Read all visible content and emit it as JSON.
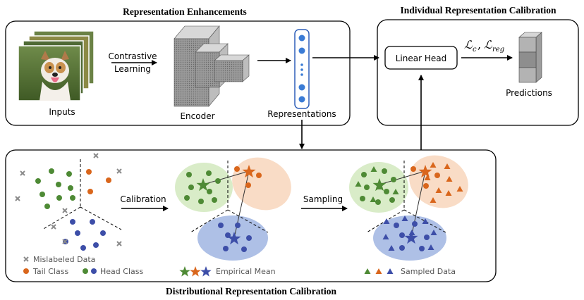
{
  "sections": {
    "top_left_title": "Representation Enhancements",
    "top_right_title": "Individual Representation Calibration",
    "bottom_title": "Distributional Representation Calibration"
  },
  "labels": {
    "inputs": "Inputs",
    "contrastive_line1": "Contrastive",
    "contrastive_line2": "Learning",
    "encoder": "Encoder",
    "representations": "Representations",
    "linear_head": "Linear Head",
    "loss_c": "c",
    "loss_reg": "reg",
    "predictions": "Predictions",
    "calibration": "Calibration",
    "sampling": "Sampling"
  },
  "legend": {
    "mislabeled": "Mislabeled Data",
    "tail_class": "Tail Class",
    "head_class": "Head Class",
    "empirical_mean": "Empirical Mean",
    "sampled_data": "Sampled Data"
  },
  "colors": {
    "green": "#4e8a35",
    "orange": "#d9661c",
    "blue": "#3d4ea8",
    "gray_x": "#8a8a8a",
    "green_fill": "#d9ecc8",
    "orange_fill": "#f9dcc6",
    "blue_fill": "#aec0e6",
    "rep_dot": "#3a7bd5",
    "rep_border": "#2e5fb8"
  },
  "icons": {
    "input_image": "dog-photo-icon",
    "encoder": "encoder-cube-icon",
    "predictions": "prediction-stack-icon",
    "mean": "star-icon",
    "sampled": "triangle-icon",
    "mislabeled": "cross-icon"
  }
}
